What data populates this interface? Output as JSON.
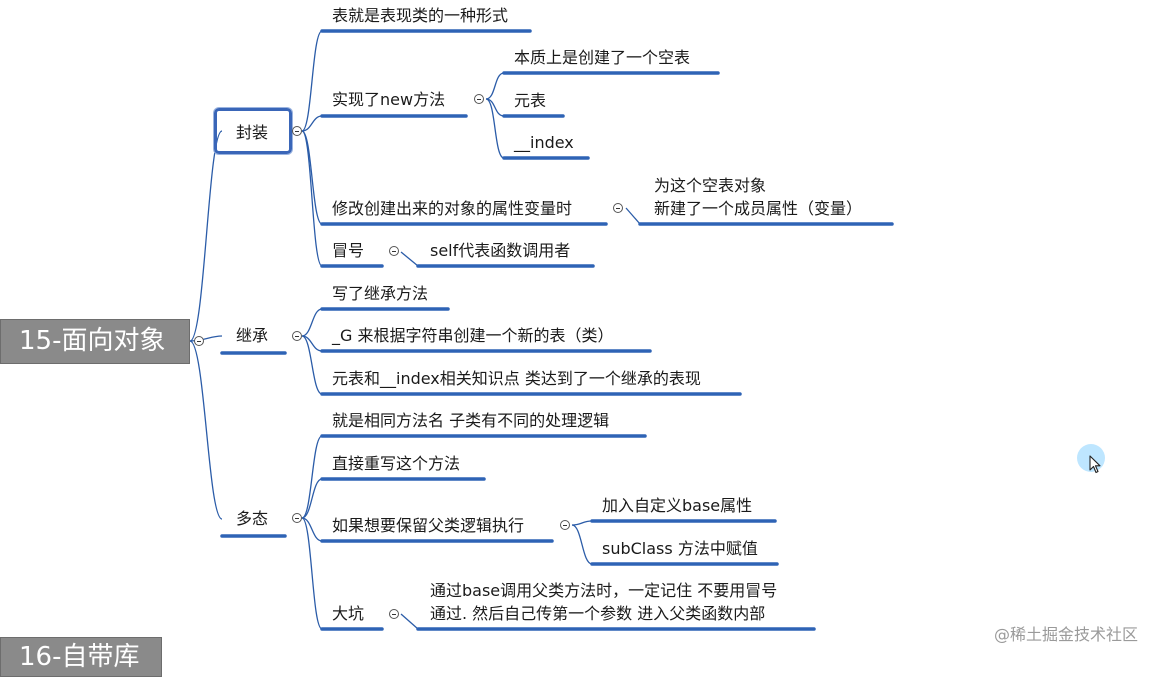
{
  "root": {
    "label": "15-面向对象"
  },
  "next_topic": {
    "label": "16-自带库"
  },
  "branches": {
    "encapsulation": {
      "label": "封装",
      "items": {
        "table_form": "表就是表现类的一种形式",
        "new_method": {
          "label": "实现了new方法",
          "sub": {
            "empty_table": "本质上是创建了一个空表",
            "metatable": "元表",
            "index": "__index"
          }
        },
        "modify_attr": {
          "label": "修改创建出来的对象的属性变量时",
          "detail_1": "为这个空表对象",
          "detail_2": "新建了一个成员属性（变量）"
        },
        "colon": {
          "label": "冒号",
          "detail": "self代表函数调用者"
        }
      }
    },
    "inheritance": {
      "label": "继承",
      "items": {
        "method": "写了继承方法",
        "g_table": "_G 来根据字符串创建一个新的表（类）",
        "metatable_index": "元表和__index相关知识点 类达到了一个继承的表现"
      }
    },
    "polymorphism": {
      "label": "多态",
      "items": {
        "same_name": "就是相同方法名 子类有不同的处理逻辑",
        "override": "直接重写这个方法",
        "keep_parent": {
          "label": "如果想要保留父类逻辑执行",
          "sub": {
            "base_attr": "加入自定义base属性",
            "subclass": "subClass 方法中赋值"
          }
        },
        "pitfall": {
          "label": "大坑",
          "detail_1": "通过base调用父类方法时，一定记住 不要用冒号",
          "detail_2": "通过. 然后自己传第一个参数 进入父类函数内部"
        }
      }
    }
  },
  "watermark": {
    "text": "@稀土掘金技术社区"
  },
  "colors": {
    "branch_line": "#2b5ca8",
    "underline": "#2e63b5",
    "root_fill": "#8a8a8a",
    "selection": "#3a66b8"
  }
}
